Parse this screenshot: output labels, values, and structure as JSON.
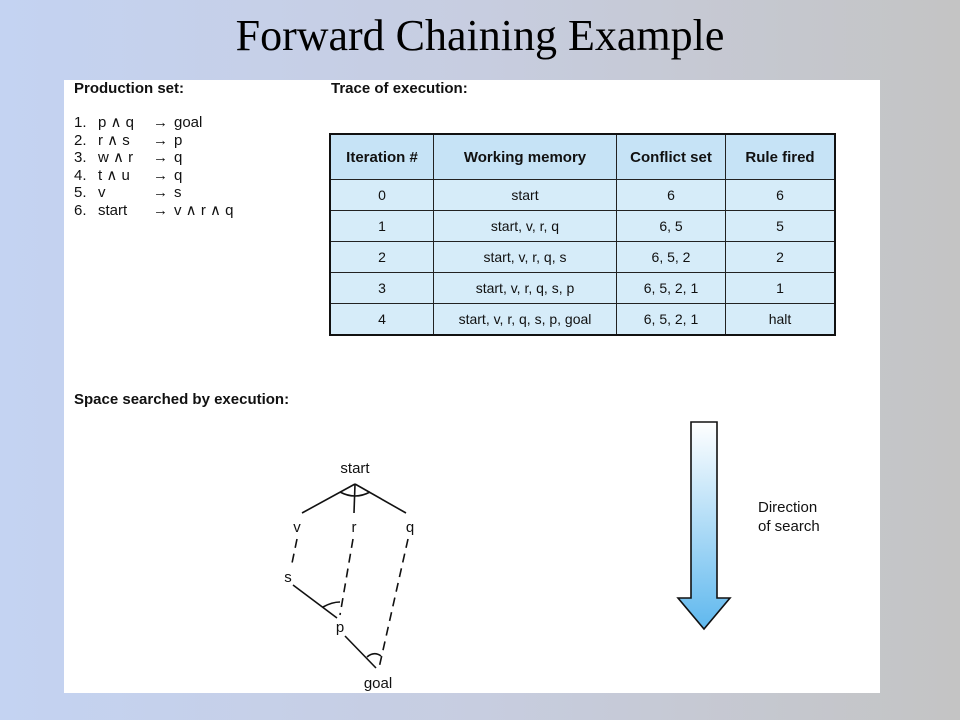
{
  "slide": {
    "title": "Forward Chaining Example"
  },
  "production_set": {
    "heading": "Production set:",
    "rules": [
      {
        "num": "1.",
        "lhs": "p ∧ q",
        "arrow": "→",
        "rhs": "goal"
      },
      {
        "num": "2.",
        "lhs": "r ∧ s",
        "arrow": "→",
        "rhs": "p"
      },
      {
        "num": "3.",
        "lhs": "w ∧ r",
        "arrow": "→",
        "rhs": "q"
      },
      {
        "num": "4.",
        "lhs": "t ∧ u",
        "arrow": "→",
        "rhs": "q"
      },
      {
        "num": "5.",
        "lhs": "v",
        "arrow": "→",
        "rhs": "s"
      },
      {
        "num": "6.",
        "lhs": "start",
        "arrow": "→",
        "rhs": "v ∧ r ∧ q"
      }
    ]
  },
  "trace": {
    "heading": "Trace of execution:",
    "columns": [
      "Iteration #",
      "Working memory",
      "Conflict set",
      "Rule fired"
    ],
    "rows": [
      [
        "0",
        "start",
        "6",
        "6"
      ],
      [
        "1",
        "start, v, r, q",
        "6, 5",
        "5"
      ],
      [
        "2",
        "start, v, r, q, s",
        "6, 5, 2",
        "2"
      ],
      [
        "3",
        "start, v, r, q, s, p",
        "6, 5, 2, 1",
        "1"
      ],
      [
        "4",
        "start, v, r, q, s, p, goal",
        "6, 5, 2, 1",
        "halt"
      ]
    ]
  },
  "search_space": {
    "heading": "Space searched by execution:",
    "nodes": {
      "start": "start",
      "v": "v",
      "r": "r",
      "q": "q",
      "s": "s",
      "p": "p",
      "goal": "goal"
    },
    "direction_label_line1": "Direction",
    "direction_label_line2": "of search"
  },
  "colors": {
    "table_header_bg": "#c6e3f6",
    "table_cell_bg": "#d6ecf9",
    "arrow_top": "#ffffff",
    "arrow_bottom": "#5fb8ee"
  }
}
